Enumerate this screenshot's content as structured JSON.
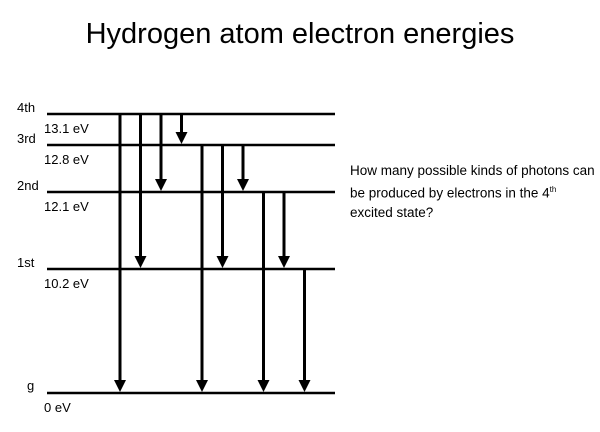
{
  "title": "Hydrogen atom electron energies",
  "question": {
    "before": "How many possible kinds of photons can be produced by electrons in the 4",
    "sup": "th",
    "after": " excited state?"
  },
  "levels": [
    {
      "name": "g",
      "energy": "0 eV"
    },
    {
      "name": "1st",
      "energy": "10.2 eV"
    },
    {
      "name": "2nd",
      "energy": "12.1 eV"
    },
    {
      "name": "3rd",
      "energy": "12.8 eV"
    },
    {
      "name": "4th",
      "energy": "13.1 eV"
    }
  ],
  "transitions": [
    {
      "from": 4,
      "to": 0
    },
    {
      "from": 4,
      "to": 1
    },
    {
      "from": 4,
      "to": 2
    },
    {
      "from": 4,
      "to": 3
    },
    {
      "from": 3,
      "to": 0
    },
    {
      "from": 3,
      "to": 1
    },
    {
      "from": 3,
      "to": 2
    },
    {
      "from": 2,
      "to": 0
    },
    {
      "from": 2,
      "to": 1
    },
    {
      "from": 1,
      "to": 0
    }
  ]
}
